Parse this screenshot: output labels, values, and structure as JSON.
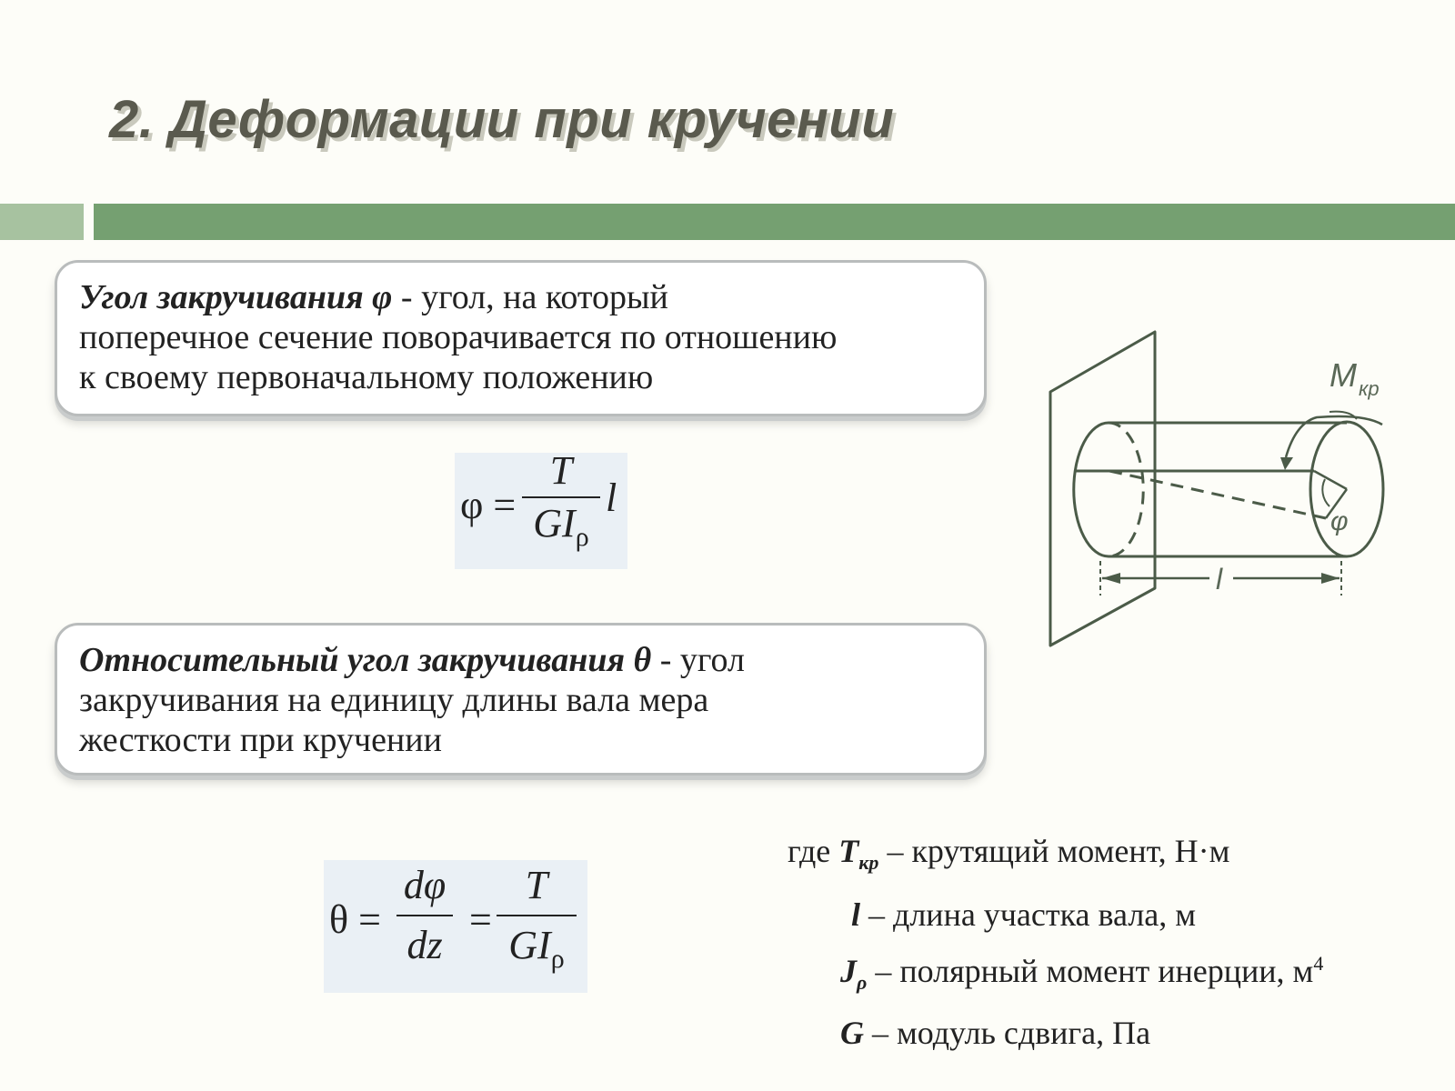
{
  "slide": {
    "title": "2. Деформации при кручении"
  },
  "definition1": {
    "term": "Угол закручивания φ",
    "text_line1": " - угол, на который",
    "text_line2": "поперечное сечение поворачивается по отношению",
    "text_line3": "к своему первоначальному положению"
  },
  "definition2": {
    "term": "Относительный угол закручивания θ",
    "text_line1": "  - угол",
    "text_line2": "закручивания на единицу длины вала мера",
    "text_line3": "жесткости при кручении"
  },
  "formula1": {
    "lhs": "φ =",
    "numerator": "T",
    "denominator": "GI",
    "denominator_sub": "ρ",
    "factor": "l"
  },
  "formula2": {
    "lhs": "θ =",
    "num1": "dφ",
    "den1": "dz",
    "eq": "=",
    "num2": "T",
    "den2": "GI",
    "den2_sub": "ρ"
  },
  "legend": {
    "prefix": "где ",
    "rows": [
      {
        "symbol": "T",
        "sub": "кр",
        "text": " – крутящий момент, Н·м",
        "sup": ""
      },
      {
        "symbol": "l",
        "sub": "",
        "text": " – длина участка вала, м",
        "sup": ""
      },
      {
        "symbol": "J",
        "sub": "ρ",
        "text": " – полярный момент инерции, м",
        "sup": "4"
      },
      {
        "symbol": "G",
        "sub": "",
        "text": " – модуль сдвига, Па",
        "sup": ""
      }
    ]
  },
  "diagram": {
    "moment_label": "M",
    "moment_sub": "кр",
    "angle_label": "φ",
    "length_label": "l"
  }
}
